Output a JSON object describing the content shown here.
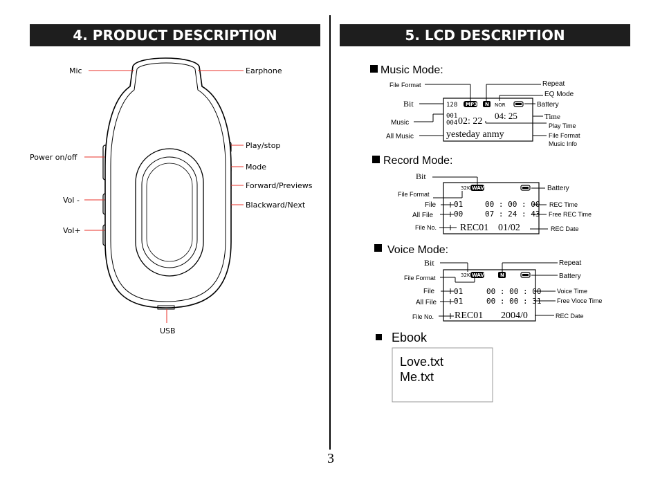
{
  "left": {
    "title": "4. PRODUCT DESCRIPTION",
    "labels": {
      "mic": "Mic",
      "earphone": "Earphone",
      "power": "Power on/off",
      "play": "Play/stop",
      "mode": "Mode",
      "forward": "Forward/Previews",
      "backward": "Blackward/Next",
      "vol_minus": "Vol -",
      "vol_plus": "Vol+",
      "usb": "USB"
    }
  },
  "right": {
    "title": "5. LCD DESCRIPTION",
    "music": {
      "heading": "Music Mode:",
      "file_format": "File Format",
      "bit": "Bit",
      "music": "Music",
      "all_music": "All Music",
      "repeat": "Repeat",
      "eq_mode": "EQ Mode",
      "battery": "Battery",
      "time": "Time",
      "play_time": "Play Time",
      "file_format2": "File Format",
      "music_info": "Music Info",
      "lcd_bitrate": "128",
      "lcd_format": "MP3",
      "lcd_repeat": "N",
      "lcd_eq": "NOR",
      "lcd_num1": "001",
      "lcd_num2": "004",
      "lcd_cur_time": "02: 22",
      "lcd_total_time": "04: 25",
      "lcd_info": "yesteday anmy"
    },
    "record": {
      "heading": "Record Mode:",
      "bit": "Bit",
      "file_format": "File Format",
      "file": "File",
      "all_file": "All File",
      "file_no": "File No.",
      "battery": "Battery",
      "rec_time": "REC Time",
      "free_rec_time": "Free REC Time",
      "rec_date": "REC Date",
      "lcd_bitrate": "32K",
      "lcd_format": "WAV",
      "lcd_file": "01",
      "lcd_all": "00",
      "lcd_time": "00 : 00 : 00",
      "lcd_free": "07 : 24 : 43",
      "lcd_name": "REC01",
      "lcd_date": "01/02"
    },
    "voice": {
      "heading": "Voice Mode:",
      "bit": "Bit",
      "file_format": "File Format",
      "file": "File",
      "all_file": "All File",
      "file_no": "File No.",
      "repeat": "Repeat",
      "battery": "Battery",
      "voice_time": "Voice Time",
      "free_voice_time": "Free Vioce Time",
      "rec_date": "REC Date",
      "lcd_bitrate": "32K",
      "lcd_format": "WAV",
      "lcd_repeat": "N",
      "lcd_file": "01",
      "lcd_all": "01",
      "lcd_time": "00 : 00 : 00",
      "lcd_free": "00 : 00 : 31",
      "lcd_name": "REC01",
      "lcd_date": "2004/0"
    },
    "ebook": {
      "heading": "Ebook",
      "file1": "Love.txt",
      "file2": "Me.txt"
    }
  },
  "page_number": "3"
}
